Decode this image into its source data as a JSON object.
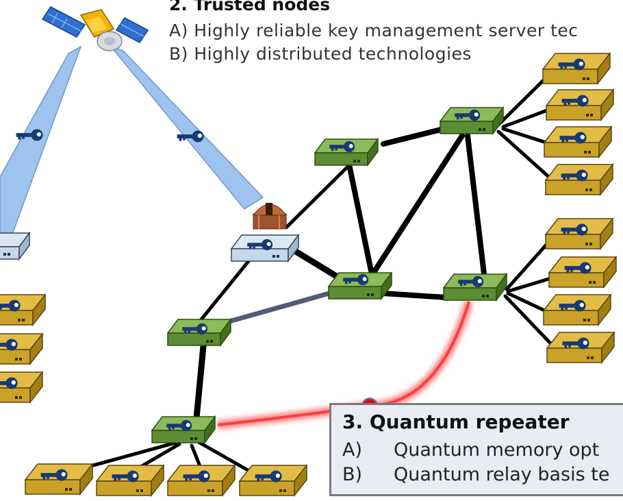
{
  "trusted_nodes": {
    "title": "2. Trusted nodes",
    "item_a": "A)  Highly reliable key management server tec",
    "item_b": "B)  Highly distributed technologies"
  },
  "quantum_repeater": {
    "title": "3. Quantum repeater",
    "item_a_label": "A)",
    "item_a_text": "Quantum memory opt",
    "item_b_label": "B)",
    "item_b_text": "Quantum relay basis te"
  },
  "colors": {
    "core_node": "#6a9a3c",
    "edge_node": "#c9a227",
    "ground_station": "#c5d8ea",
    "key": "#173a73",
    "link": "#000000",
    "optical_link": "#4f5e75",
    "quantum_link": "#ff4b4b",
    "beam": "#9ec3ee"
  },
  "icons": [
    "satellite-icon",
    "telescope-dome-icon",
    "key-icon",
    "server-node-icon"
  ]
}
